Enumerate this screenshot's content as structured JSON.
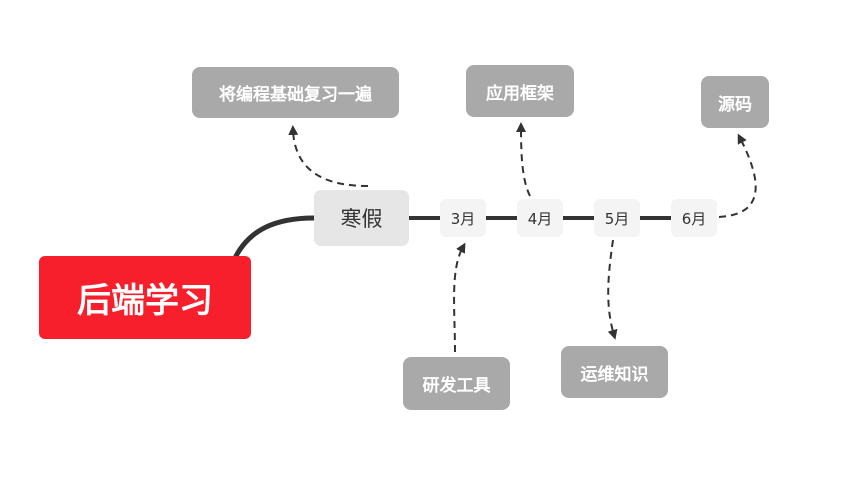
{
  "root": {
    "label": "后端学习"
  },
  "branch": {
    "label": "寒假"
  },
  "months": [
    {
      "label": "3月"
    },
    {
      "label": "4月"
    },
    {
      "label": "5月"
    },
    {
      "label": "6月"
    }
  ],
  "topics": {
    "winter_review": "将编程基础复习一遍",
    "app_framework": "应用框架",
    "source_code": "源码",
    "dev_tools": "研发工具",
    "ops_knowledge": "运维知识"
  },
  "colors": {
    "root_fill": "#f61f2b",
    "branch_fill": "#e6e6e6",
    "month_fill": "#f4f4f4",
    "topic_fill": "#a9a9a9",
    "line": "#333333"
  }
}
